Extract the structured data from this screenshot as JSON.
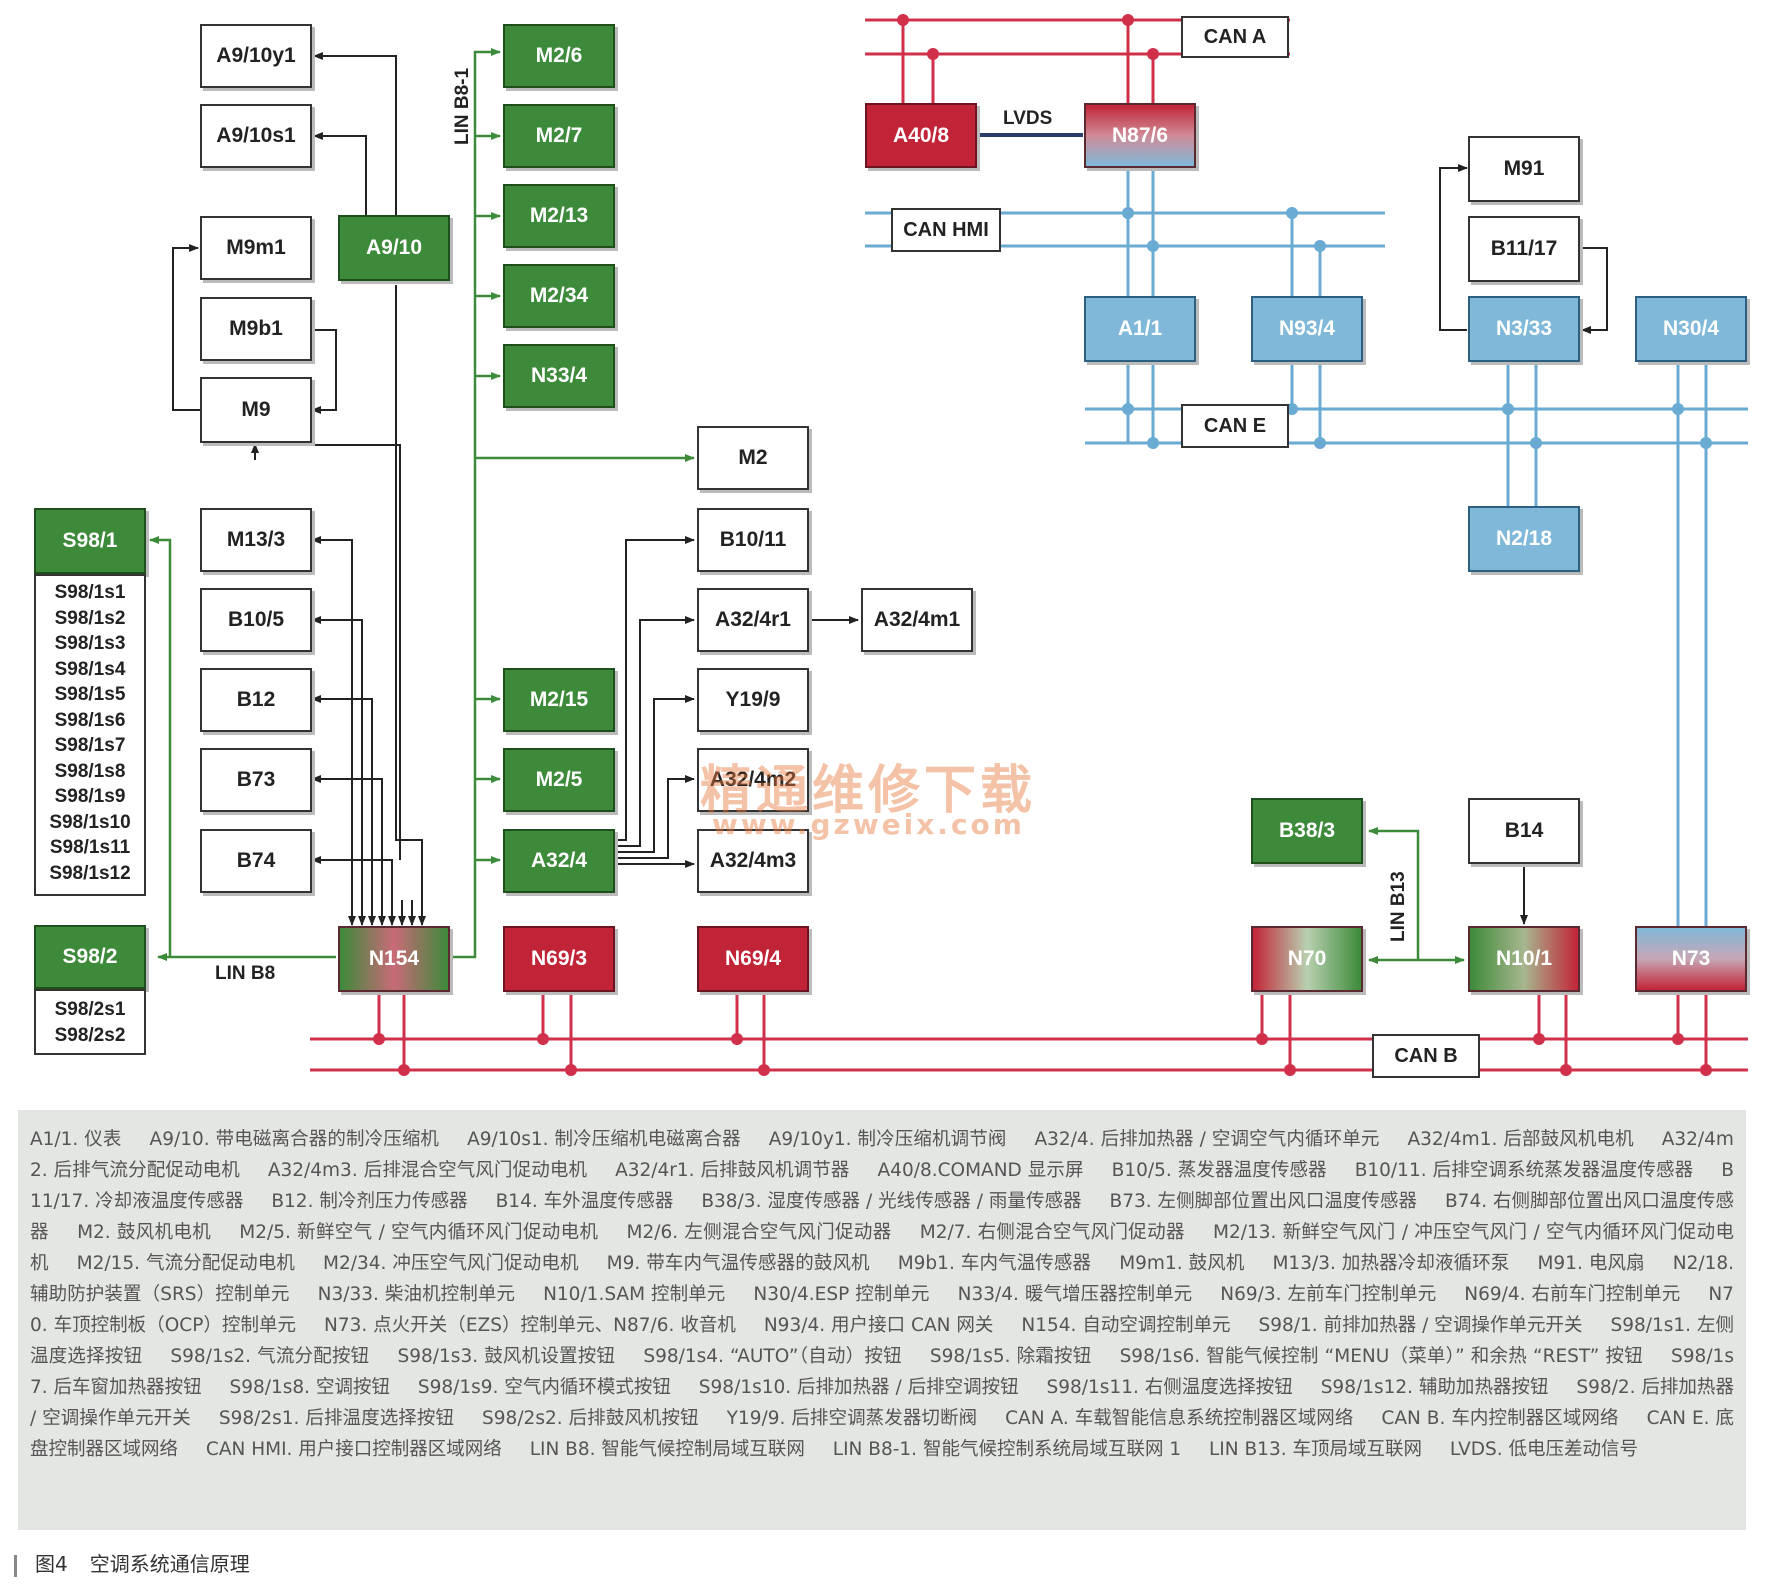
{
  "boxes": {
    "a9_10y1": "A9/10y1",
    "a9_10s1": "A9/10s1",
    "a9_10": "A9/10",
    "m9m1": "M9m1",
    "m9b1": "M9b1",
    "m9": "M9",
    "m2_6": "M2/6",
    "m2_7": "M2/7",
    "m2_13": "M2/13",
    "m2_34": "M2/34",
    "n33_4": "N33/4",
    "m2": "M2",
    "b10_11": "B10/11",
    "a32_4r1": "A32/4r1",
    "a32_4m1": "A32/4m1",
    "y19_9": "Y19/9",
    "a32_4m2": "A32/4m2",
    "a32_4m3": "A32/4m3",
    "m2_15": "M2/15",
    "m2_5": "M2/5",
    "a32_4": "A32/4",
    "m13_3": "M13/3",
    "b10_5": "B10/5",
    "b12": "B12",
    "b73": "B73",
    "b74": "B74",
    "s98_1": "S98/1",
    "s98_2": "S98/2",
    "n154": "N154",
    "n69_3": "N69/3",
    "n69_4": "N69/4",
    "a40_8": "A40/8",
    "n87_6": "N87/6",
    "a1_1": "A1/1",
    "n93_4": "N93/4",
    "n3_33": "N3/33",
    "n30_4": "N30/4",
    "m91": "M91",
    "b11_17": "B11/17",
    "n2_18": "N2/18",
    "b38_3": "B38/3",
    "b14": "B14",
    "n70": "N70",
    "n10_1": "N10/1",
    "n73": "N73"
  },
  "s98_1_items": [
    "S98/1s1",
    "S98/1s2",
    "S98/1s3",
    "S98/1s4",
    "S98/1s5",
    "S98/1s6",
    "S98/1s7",
    "S98/1s8",
    "S98/1s9",
    "S98/1s10",
    "S98/1s11",
    "S98/1s12"
  ],
  "s98_2_items": [
    "S98/2s1",
    "S98/2s2"
  ],
  "networks": {
    "can_a": "CAN A",
    "can_hmi": "CAN HMI",
    "can_e": "CAN E",
    "can_b": "CAN B",
    "lvds": "LVDS",
    "lin_b8": "LIN B8",
    "lin_b8_1": "LIN B8-1",
    "lin_b13": "LIN B13"
  },
  "watermark": {
    "cn": "精通维修下载",
    "url": "www.gzweix.com"
  },
  "legend": [
    "A1/1. 仪表",
    "A9/10. 带电磁离合器的制冷压缩机",
    "A9/10s1. 制冷压缩机电磁离合器",
    "A9/10y1. 制冷压缩机调节阀",
    "A32/4. 后排加热器 / 空调空气内循环单元",
    "A32/4m1. 后部鼓风机电机",
    "A32/4m2. 后排气流分配促动电机",
    "A32/4m3. 后排混合空气风门促动电机",
    "A32/4r1. 后排鼓风机调节器",
    "A40/8.COMAND 显示屏",
    "B10/5. 蒸发器温度传感器",
    "B10/11. 后排空调系统蒸发器温度传感器",
    "B11/17. 冷却液温度传感器",
    "B12. 制冷剂压力传感器",
    "B14. 车外温度传感器",
    "B38/3. 湿度传感器 / 光线传感器 / 雨量传感器",
    "B73. 左侧脚部位置出风口温度传感器",
    "B74. 右侧脚部位置出风口温度传感器",
    "M2. 鼓风机电机",
    "M2/5. 新鲜空气 / 空气内循环风门促动电机",
    "M2/6. 左侧混合空气风门促动器",
    "M2/7. 右侧混合空气风门促动器",
    "M2/13. 新鲜空气风门 / 冲压空气风门 / 空气内循环风门促动电机",
    "M2/15. 气流分配促动电机",
    "M2/34. 冲压空气风门促动电机",
    "M9. 带车内气温传感器的鼓风机",
    "M9b1. 车内气温传感器",
    "M9m1. 鼓风机",
    "M13/3. 加热器冷却液循环泵",
    "M91. 电风扇",
    "N2/18. 辅助防护装置（SRS）控制单元",
    "N3/33. 柴油机控制单元",
    "N10/1.SAM 控制单元",
    "N30/4.ESP 控制单元",
    "N33/4. 暖气增压器控制单元",
    "N69/3. 左前车门控制单元",
    "N69/4. 右前车门控制单元",
    "N70. 车顶控制板（OCP）控制单元",
    "N73. 点火开关（EZS）控制单元、N87/6. 收音机",
    "N93/4. 用户接口 CAN 网关",
    "N154. 自动空调控制单元",
    "S98/1. 前排加热器 / 空调操作单元开关",
    "S98/1s1. 左侧温度选择按钮",
    "S98/1s2. 气流分配按钮",
    "S98/1s3. 鼓风机设置按钮",
    "S98/1s4. “AUTO”（自动）按钮",
    "S98/1s5. 除霜按钮",
    "S98/1s6. 智能气候控制 “MENU（菜单）” 和余热 “REST” 按钮",
    "S98/1s7. 后车窗加热器按钮",
    "S98/1s8. 空调按钮",
    "S98/1s9. 空气内循环模式按钮",
    "S98/1s10. 后排加热器 / 后排空调按钮",
    "S98/1s11. 右侧温度选择按钮",
    "S98/1s12. 辅助加热器按钮",
    "S98/2. 后排加热器 / 空调操作单元开关",
    "S98/2s1. 后排温度选择按钮",
    "S98/2s2. 后排鼓风机按钮",
    "Y19/9. 后排空调蒸发器切断阀",
    "CAN A. 车载智能信息系统控制器区域网络",
    "CAN B. 车内控制器区域网络",
    "CAN E. 底盘控制器区域网络",
    "CAN HMI. 用户接口控制器区域网络",
    "LIN B8. 智能气候控制局域互联网",
    "LIN B8-1. 智能气候控制系统局域互联网 1",
    "LIN B13. 车顶局域互联网",
    "LVDS. 低电压差动信号"
  ],
  "caption": {
    "number": "图4",
    "title": "空调系统通信原理"
  },
  "colors": {
    "green": "#3d8a3a",
    "blue": "#7fb8d9",
    "red": "#c22437",
    "line_black": "#222222"
  }
}
